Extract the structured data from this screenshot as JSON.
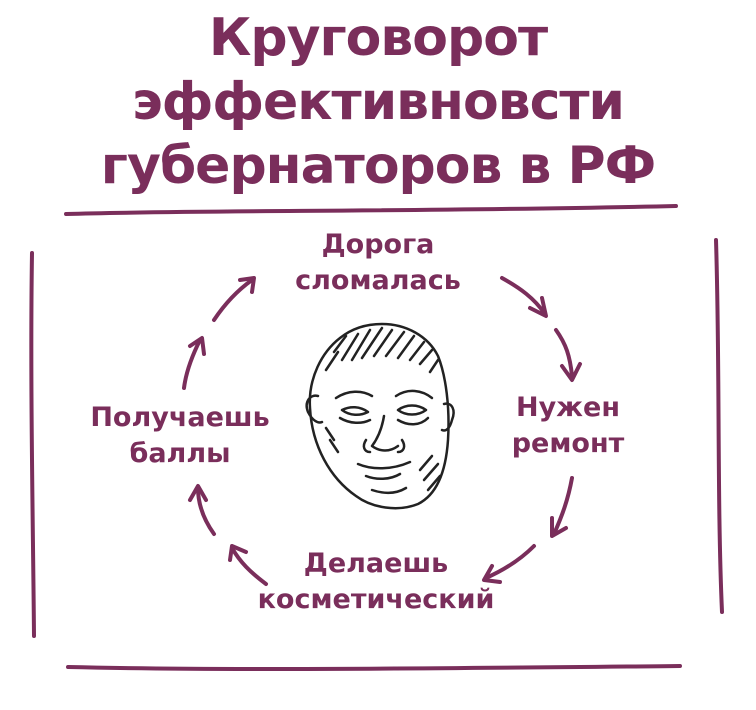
{
  "title_lines": [
    "Круговорот",
    "эффективновсти",
    "губернаторов в РФ"
  ],
  "cycle": {
    "top": [
      "Дорога",
      "сломалась"
    ],
    "right": [
      "Нужен",
      "ремонт"
    ],
    "bottom": [
      "Делаешь",
      "косметический"
    ],
    "left": [
      "Получаешь",
      "баллы"
    ]
  },
  "colors": {
    "accent": "#7a2e5b",
    "ink": "#222222",
    "background": "#ffffff"
  },
  "icons": {
    "center": "face-sketch"
  }
}
